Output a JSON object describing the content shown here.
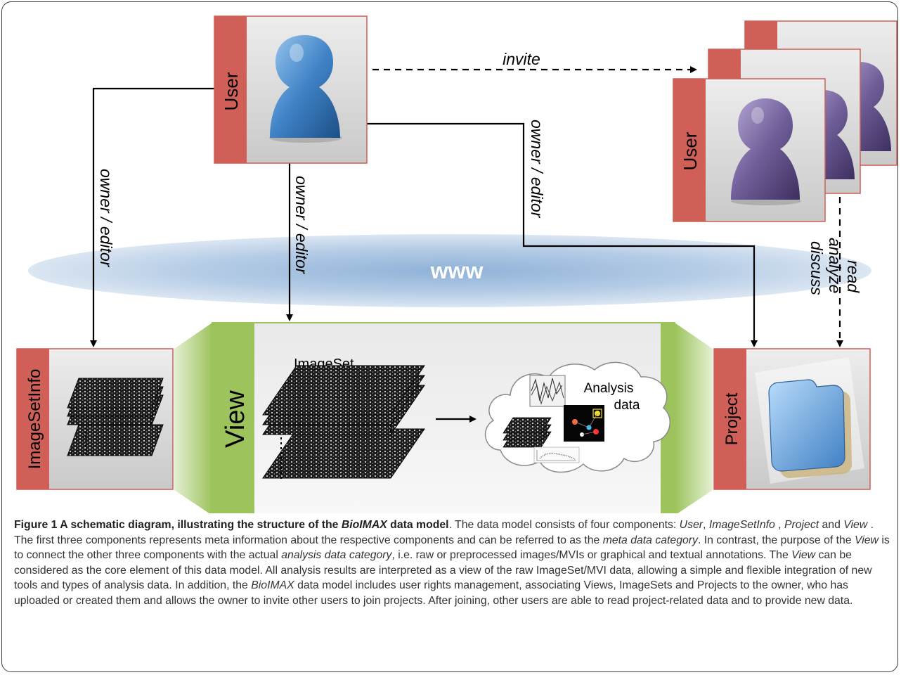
{
  "diagram": {
    "user_label": "User",
    "invited_user_label": "User",
    "invite_label": "invite",
    "owner_editor_label": "owner / editor",
    "read_label": "read",
    "analyze_label": "analyze",
    "discuss_label": "discuss",
    "www_label": "www",
    "imagesetinfo_label": "ImageSetInfo",
    "view_label": "View",
    "imageset_label": "ImageSet",
    "analysis_label_1": "Analysis",
    "analysis_label_2": "data",
    "project_label": "Project"
  },
  "caption": {
    "figure_number": "Figure 1",
    "title_start": "A schematic diagram, illustrating the structure of the ",
    "title_em": "BioIMAX",
    "title_end": " data model",
    "p1": ". The data model consists of four components: ",
    "c_user": "User",
    "s1": ", ",
    "c_imagesetinfo": "ImageSetInfo",
    "s2": " , ",
    "c_project": "Project",
    "s3": " and ",
    "c_view": "View",
    "p2": " . The first three components represents meta information about the respective components and can be referred to as the ",
    "c_meta": "meta data category",
    "p3": ". In contrast, the purpose of the ",
    "c_view2": "View",
    "p4": " is to connect the other three components with the actual ",
    "c_analysis": "analysis data category",
    "p5": ", i.e. raw or preprocessed images/MVIs or graphical and textual annotations. The ",
    "c_view3": "View",
    "p6": " can be considered as the core element of this data model. All analysis results are interpreted as a view of the raw ImageSet/MVI data, allowing a simple and flexible integration of new tools and types of analysis data. In addition, the ",
    "c_bioimax": "BioIMAX",
    "p7": " data model includes user rights management, associating Views, ImageSets and Projects to the owner, who has uploaded or created them and allows the owner to invite other users to join projects. After joining, other users are able to read project-related data and to provide new data."
  },
  "colors": {
    "tab_red": "#cf5f57",
    "view_green": "#9cc35c",
    "user_blue": "#3f83c7",
    "invited_purple": "#6f5e98",
    "www_ellipse": "#b9cfe6",
    "folder_blue": "#7fb3e3"
  }
}
